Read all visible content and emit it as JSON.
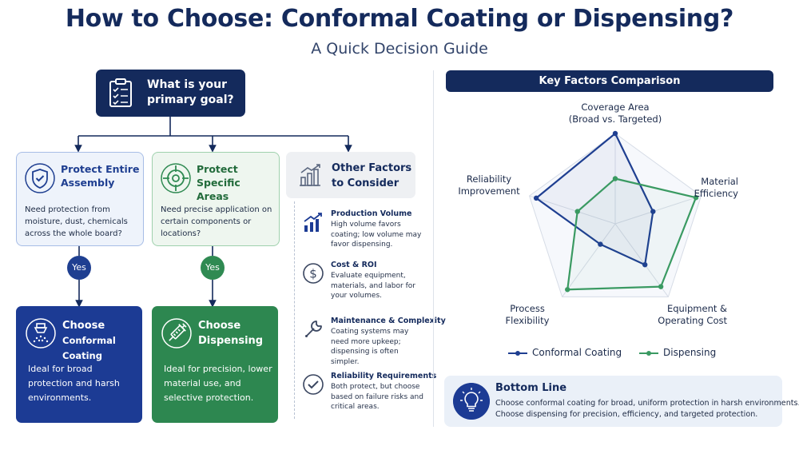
{
  "header": {
    "title": "How to Choose: Conformal Coating or Dispensing?",
    "subtitle": "A Quick Decision Guide"
  },
  "goal": {
    "line1": "What is your",
    "line2": "primary goal?",
    "icon": "clipboard-checklist-icon"
  },
  "questions": [
    {
      "title_l1": "Protect Entire",
      "title_l2": "Assembly",
      "body": "Need protection from moisture, dust, chemicals across the whole board?",
      "icon": "shield-check-icon"
    },
    {
      "title_l1": "Protect Specific",
      "title_l2": "Areas",
      "body": "Need precise application on certain components or locations?",
      "icon": "target-icon"
    }
  ],
  "yes_label": "Yes",
  "results": [
    {
      "title_l1": "Choose",
      "title_l2": "Conformal Coating",
      "body": "Ideal for broad protection and harsh environments.",
      "icon": "spray-nozzle-icon"
    },
    {
      "title_l1": "Choose",
      "title_l2": "Dispensing",
      "body": "Ideal for precision, lower material use, and selective protection.",
      "icon": "syringe-icon"
    }
  ],
  "other": {
    "title_l1": "Other Factors",
    "title_l2": "to Consider",
    "icon": "bar-chart-icon",
    "factors": [
      {
        "title": "Production Volume",
        "body": "High volume favors coating; low volume may favor dispensing.",
        "icon": "growth-chart-icon"
      },
      {
        "title": "Cost & ROI",
        "body": "Evaluate equipment, materials, and labor for your volumes.",
        "icon": "dollar-icon"
      },
      {
        "title": "Maintenance & Complexity",
        "body": "Coating systems may need more upkeep; dispensing is often simpler.",
        "icon": "wrench-icon"
      },
      {
        "title": "Reliability Requirements",
        "body": "Both protect, but choose based on failure risks and critical areas.",
        "icon": "check-circle-icon"
      }
    ]
  },
  "chart_data": {
    "type": "radar",
    "title": "Key Factors Comparison",
    "axes": [
      {
        "l1": "Coverage Area",
        "l2": "(Broad vs. Targeted)"
      },
      {
        "l1": "Material",
        "l2": "Efficiency"
      },
      {
        "l1": "Equipment &",
        "l2": "Operating Cost"
      },
      {
        "l1": "Process",
        "l2": "Flexibility"
      },
      {
        "l1": "Reliability",
        "l2": "Improvement"
      }
    ],
    "max": 5,
    "series": [
      {
        "name": "Conformal Coating",
        "color": "#1f3f91",
        "values": [
          5,
          2.2,
          2.8,
          1.4,
          4.6
        ]
      },
      {
        "name": "Dispensing",
        "color": "#3a9a62",
        "values": [
          2.5,
          4.7,
          4.3,
          4.5,
          2.2
        ]
      }
    ]
  },
  "bottom_line": {
    "title": "Bottom Line",
    "line1": "Choose conformal coating for broad, uniform protection in harsh environments.",
    "line2": "Choose dispensing for precision, efficiency, and targeted protection.",
    "icon": "lightbulb-icon"
  },
  "colors": {
    "navy": "#142a5c",
    "blue": "#1c3b94",
    "green": "#2d8750"
  }
}
